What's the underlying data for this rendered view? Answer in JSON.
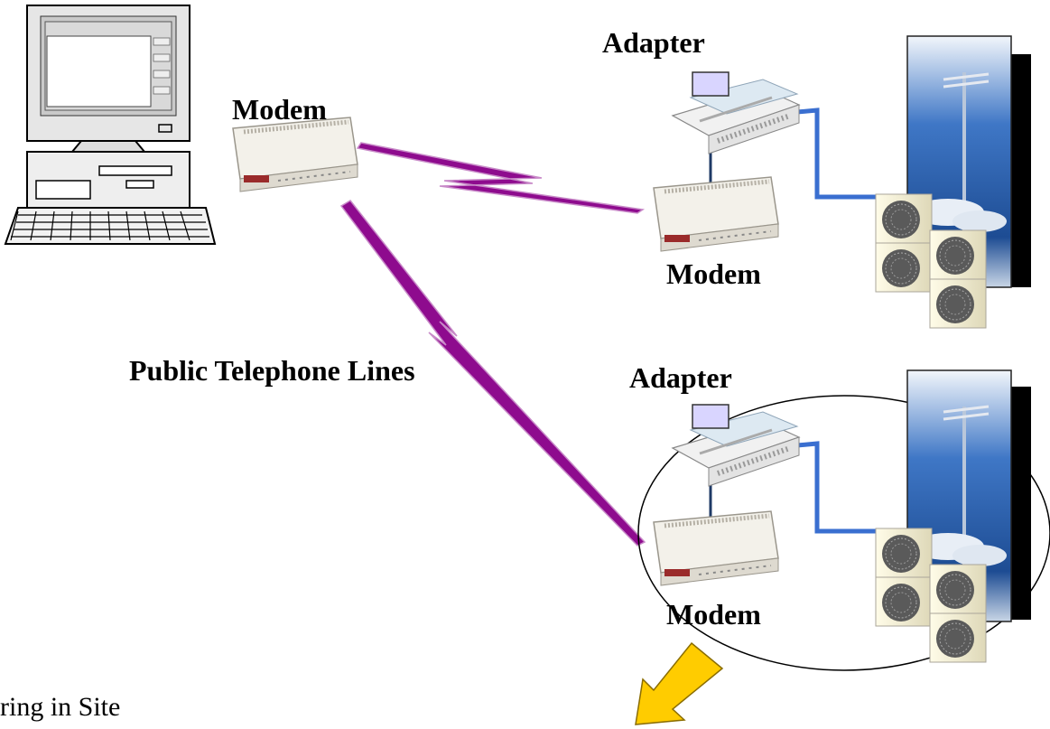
{
  "labels": {
    "modem_host": "Modem",
    "adapter_top": "Adapter",
    "modem_top": "Modem",
    "telephone_lines": "Public Telephone Lines",
    "adapter_bottom": "Adapter",
    "modem_bottom": "Modem",
    "caption_partial": "ring in Site"
  },
  "colors": {
    "phone_link": "#8e0b8e",
    "adapter_cable": "#3a6fd0",
    "callout_arrow": "#ffcc00",
    "pole_sky": "#2b5aa0"
  },
  "icons": [
    "computer-icon",
    "modem-icon",
    "adapter-icon",
    "outdoor-unit-icon",
    "telecom-pole-icon",
    "lightning-link-icon",
    "arrow-icon"
  ]
}
